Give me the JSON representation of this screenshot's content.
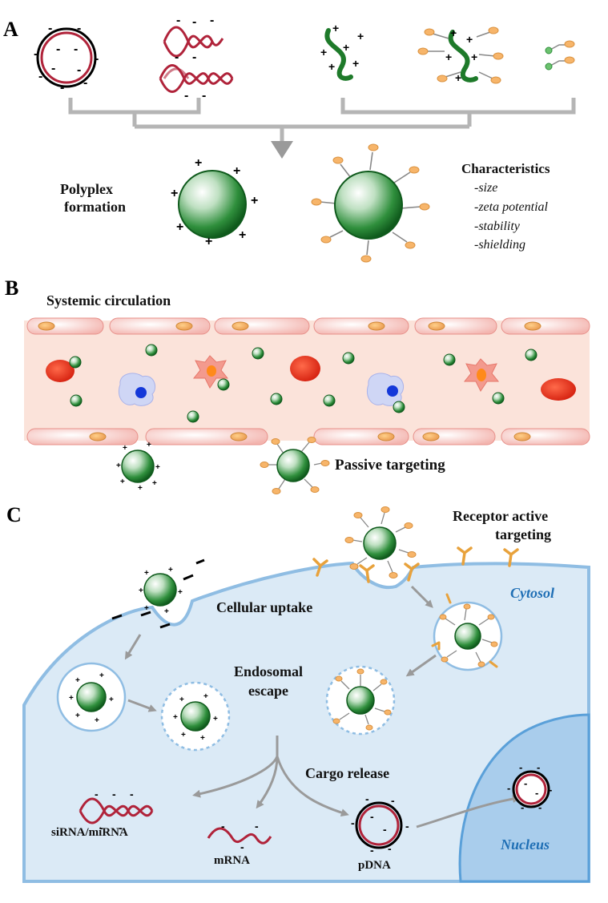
{
  "panels": {
    "a": {
      "letter": "A",
      "polyplex_title": "Polyplex formation",
      "polyplex_line1": "Polyplex",
      "polyplex_line2": "formation",
      "characteristics_title": "Characteristics",
      "characteristics": [
        "-size",
        "-zeta potential",
        "-stability",
        "-shielding"
      ]
    },
    "b": {
      "letter": "B",
      "systemic_label": "Systemic circulation",
      "passive_label": "Passive targeting"
    },
    "c": {
      "letter": "C",
      "receptor_line1": "Receptor active",
      "receptor_line2": "targeting",
      "cytosol_label": "Cytosol",
      "uptake_label": "Cellular uptake",
      "escape_line1": "Endosomal",
      "escape_line2": "escape",
      "cargo_label": "Cargo release",
      "sirna_label": "siRNA/miRNA",
      "mrna_label": "mRNA",
      "pdna_label": "pDNA",
      "nucleus_label": "Nucleus"
    }
  },
  "colors": {
    "polymer_green": "#1e7a2a",
    "nucleic_red": "#b0233a",
    "cytosol_blue": "#dbeaf6",
    "nucleus_blue": "#a9cdec",
    "membrane_blue": "#8fbde3",
    "vessel_pink": "#f6c9c4",
    "arrow_gray": "#9a9a9a",
    "label_blue": "#1f6fb5"
  }
}
